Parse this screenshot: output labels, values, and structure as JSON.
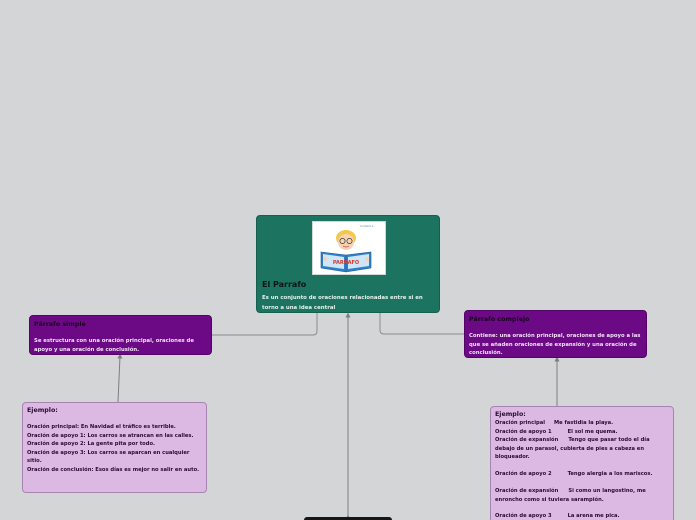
{
  "central": {
    "title": "El Parrafo",
    "description": "Es un conjunto de oraciones relacionadas entre si en torno a una idea central",
    "image": {
      "book_title": "PARRAFO",
      "corner_text": "Colabora"
    }
  },
  "simple": {
    "title": "Párrafo simple",
    "text": "Se estructura con una oración principal, oraciones de apoyo y una oración de conclusión."
  },
  "complejo": {
    "title": "Párrafo complejo",
    "text": "Contiene: una oración principal, oraciones de apoyo a las que se añaden oraciones de expansión y una oración de conclusión."
  },
  "ejemplo_simple": {
    "title": "Ejemplo:",
    "lines": [
      "Oración principal: En Navidad el tráfico es terrible.",
      "Oración de apoyo 1: Los carros se atrancan en las calles.",
      "Oración de apoyo 2: La gente pita por todo.",
      "Oración de apoyo 3: Los carros se aparcan en cualquier sitio.",
      "Oración de conclusión: Esos días es mejor no salir en auto."
    ]
  },
  "ejemplo_complejo": {
    "title": "Ejemplo:",
    "rows": [
      {
        "label": "Oración principal",
        "value": "Me fastidia la playa."
      },
      {
        "label": "Oración de apoyo 1",
        "value": "El sol me quema."
      },
      {
        "label": "Oración de expansión",
        "value": "Tengo que pasar todo el día debajo de un parasol, cubierta de pies a cabeza en bloqueador."
      },
      {
        "label": "Oración de apoyo 2",
        "value": "Tengo alergia a los mariscos."
      },
      {
        "label": "Oración de expansión",
        "value": "Si como un langostino, me enroncho como si tuviera sarampión."
      },
      {
        "label": "Oración de apoyo 3",
        "value": "La arena me pica."
      }
    ]
  },
  "colors": {
    "background": "#d4d5d7",
    "central": "#1c7460",
    "purple": "#6c0a86",
    "light_purple": "#dbb9e2",
    "connector": "#8a8b8d"
  }
}
